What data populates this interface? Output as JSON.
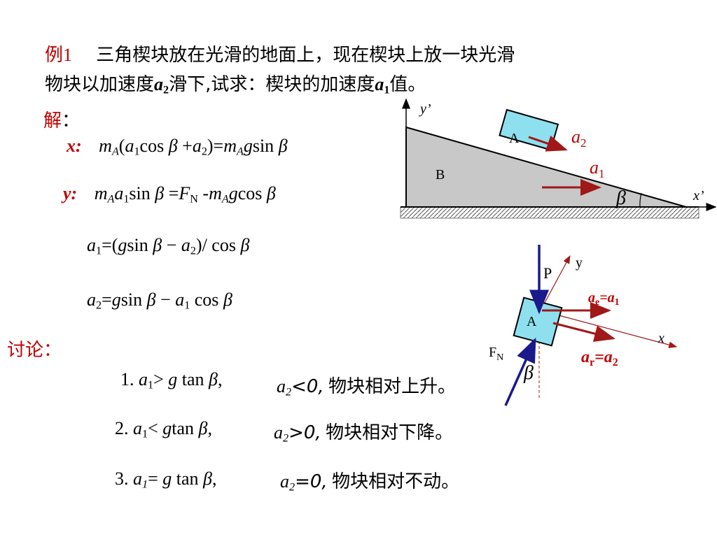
{
  "problem": {
    "label": "例1",
    "line1": "三角楔块放在光滑的地面上，现在楔块上放一块光滑",
    "line2_pre": "物块以加速度",
    "a": "a",
    "sub2": "2",
    "line2_mid": "滑下,试求：楔块的加速度",
    "sub1": "1",
    "line2_post": "值。"
  },
  "solution": {
    "label": "解",
    "colon": "：",
    "x_label": "x:",
    "x_eq": "m_A(a_1cos β +a_2)=m_A gsin β",
    "y_label": "y:",
    "y_eq": "m_A a_1sin β =F_N -m_A gcos β",
    "a1_eq": "a_1=(gsin β − a_2)/ cos β",
    "a2_eq": "a_2=gsin β − a_1 cos β"
  },
  "discussion": {
    "label": "讨论：",
    "cases": [
      {
        "num": "1.",
        "cond": "a_1> g tan β,",
        "res": "a_2<0,",
        "text": "物块相对上升。"
      },
      {
        "num": "2.",
        "cond": "a_1< gtan β,",
        "res": "a_2>0,",
        "text": "物块相对下降。"
      },
      {
        "num": "3.",
        "cond": "a_1= g tan β,",
        "res": "a_2=0,",
        "text": "物块相对不动。"
      }
    ]
  },
  "figure1": {
    "y_axis": "y’",
    "x_axis": "x’",
    "block_a": "A",
    "wedge_b": "B",
    "accel_a2": "a",
    "accel_a2_sub": "2",
    "accel_a1": "a",
    "accel_a1_sub": "1",
    "angle": "β"
  },
  "figure2": {
    "y_axis": "y",
    "x_axis": "x",
    "block_a": "A",
    "force_p": "P",
    "force_fn": "F",
    "force_fn_sub": "N",
    "ae_label": "a_e=a_1",
    "ar_label": "a_r=a_2",
    "angle": "β"
  },
  "colors": {
    "accent_red": "#c00000",
    "arrow_red": "#a01818",
    "arrow_navy": "#1a1a8c",
    "wedge_fill": "#c8c8c8",
    "block_fill": "#8ee0ee"
  }
}
